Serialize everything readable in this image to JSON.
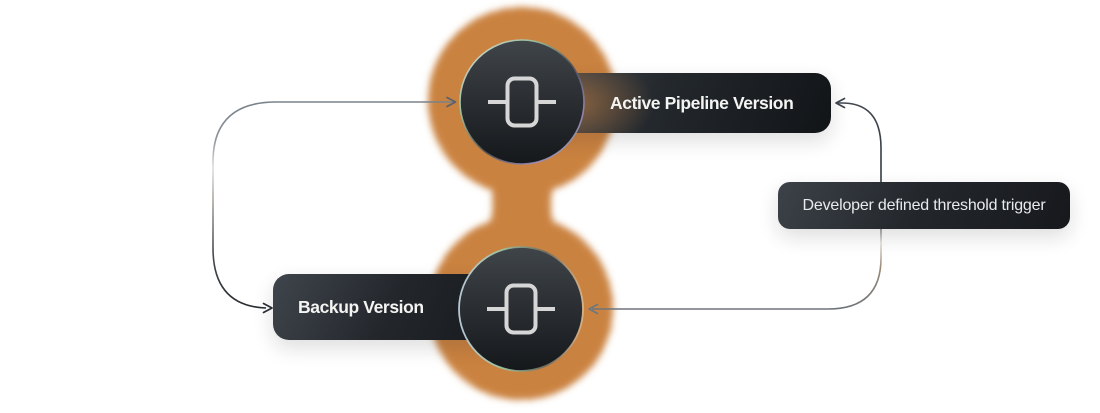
{
  "diagram": {
    "nodes": {
      "active": {
        "label": "Active Pipeline Version",
        "icon": "pipeline-component-icon"
      },
      "backup": {
        "label": "Backup Version",
        "icon": "pipeline-component-icon"
      }
    },
    "annotation": {
      "label": "Developer defined threshold trigger"
    },
    "colors": {
      "background": "#ffffff",
      "glow": "#ca8240",
      "node_fill_top": "#40454a",
      "node_fill_bottom": "#15181b",
      "label_text": "#f4f5f3",
      "annotation_text": "#e8eaec",
      "icon_stroke": "#d6d6d6",
      "connector_gray": "#6f767d",
      "connector_dark": "#2b3036"
    }
  }
}
